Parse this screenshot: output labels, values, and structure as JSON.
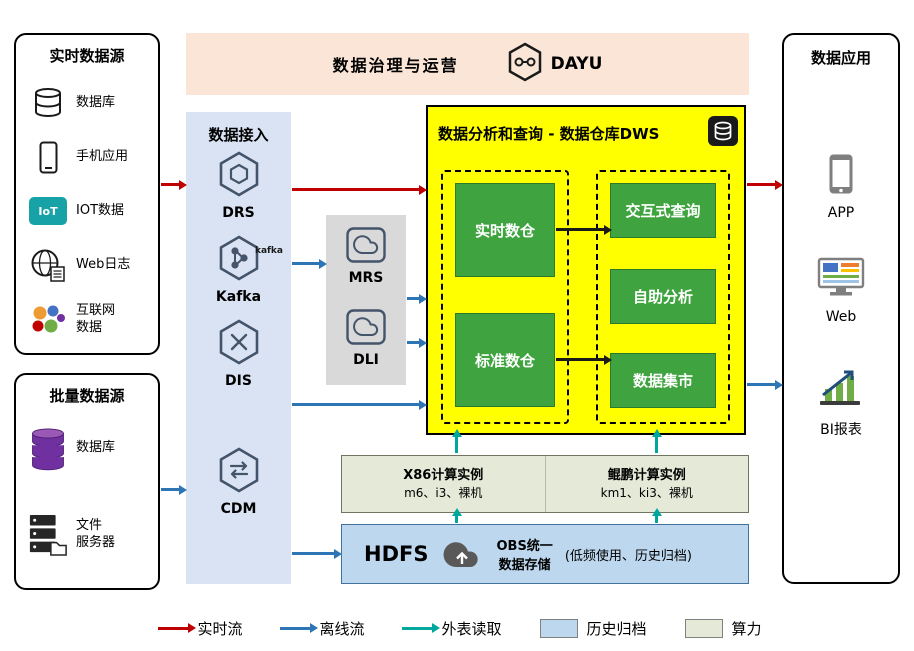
{
  "governance": {
    "title": "数据治理与运营",
    "product": "DAYU",
    "icon": "dayu-hexagon-icon"
  },
  "realtime_sources": {
    "title": "实时数据源",
    "items": [
      {
        "label": "数据库",
        "icon": "database-icon"
      },
      {
        "label": "手机应用",
        "icon": "mobile-phone-icon"
      },
      {
        "label": "IOT数据",
        "icon": "iot-icon",
        "badge": "IoT"
      },
      {
        "label": "Web日志",
        "icon": "web-log-icon"
      },
      {
        "label": "互联网\n数据",
        "icon": "internet-data-icon"
      }
    ]
  },
  "batch_sources": {
    "title": "批量数据源",
    "items": [
      {
        "label": "数据库",
        "icon": "database-stack-icon"
      },
      {
        "label": "文件\n服务器",
        "icon": "file-server-icon"
      }
    ]
  },
  "data_access": {
    "title": "数据接入",
    "services": [
      {
        "label": "DRS",
        "icon": "drs-hexagon-icon"
      },
      {
        "label": "Kafka",
        "icon": "kafka-hexagon-icon",
        "badge": "kafka"
      },
      {
        "label": "DIS",
        "icon": "dis-hexagon-icon"
      },
      {
        "label": "CDM",
        "icon": "cdm-hexagon-icon"
      }
    ]
  },
  "middle_services": {
    "items": [
      {
        "label": "MRS",
        "icon": "mrs-cloud-icon"
      },
      {
        "label": "DLI",
        "icon": "dli-cloud-icon"
      }
    ]
  },
  "dws": {
    "title": "数据分析和查询 - 数据仓库DWS",
    "icon": "dws-database-icon",
    "warehouses": [
      {
        "label": "实时数仓"
      },
      {
        "label": "标准数仓"
      }
    ],
    "services": [
      {
        "label": "交互式查询"
      },
      {
        "label": "自助分析"
      },
      {
        "label": "数据集市"
      }
    ]
  },
  "compute": {
    "x86_title": "X86计算实例",
    "x86_spec": "m6、i3、裸机",
    "kunpeng_title": "鲲鹏计算实例",
    "kunpeng_spec": "km1、ki3、裸机"
  },
  "storage": {
    "hdfs": "HDFS",
    "obs": "OBS统一\n数据存储",
    "note": "(低频使用、历史归档)",
    "icon": "obs-cloud-upload-icon"
  },
  "applications": {
    "title": "数据应用",
    "items": [
      {
        "label": "APP",
        "icon": "mobile-app-icon"
      },
      {
        "label": "Web",
        "icon": "web-browser-icon"
      },
      {
        "label": "BI报表",
        "icon": "bi-report-icon"
      }
    ]
  },
  "legend": {
    "realtime": "实时流",
    "offline": "离线流",
    "external": "外表读取",
    "archive": "历史归档",
    "compute": "算力"
  },
  "colors": {
    "realtime_arrow": "#c00000",
    "offline_arrow": "#2e75b6",
    "external_arrow": "#00a79d",
    "archive_fill": "#bdd7ee",
    "compute_fill": "#e4e9d8",
    "dws_fill": "#ffff00",
    "warehouse_green": "#3fa43f",
    "access_fill": "#d9e3f3",
    "governance_fill": "#fbe5d6",
    "middle_fill": "#d9d9d9"
  }
}
